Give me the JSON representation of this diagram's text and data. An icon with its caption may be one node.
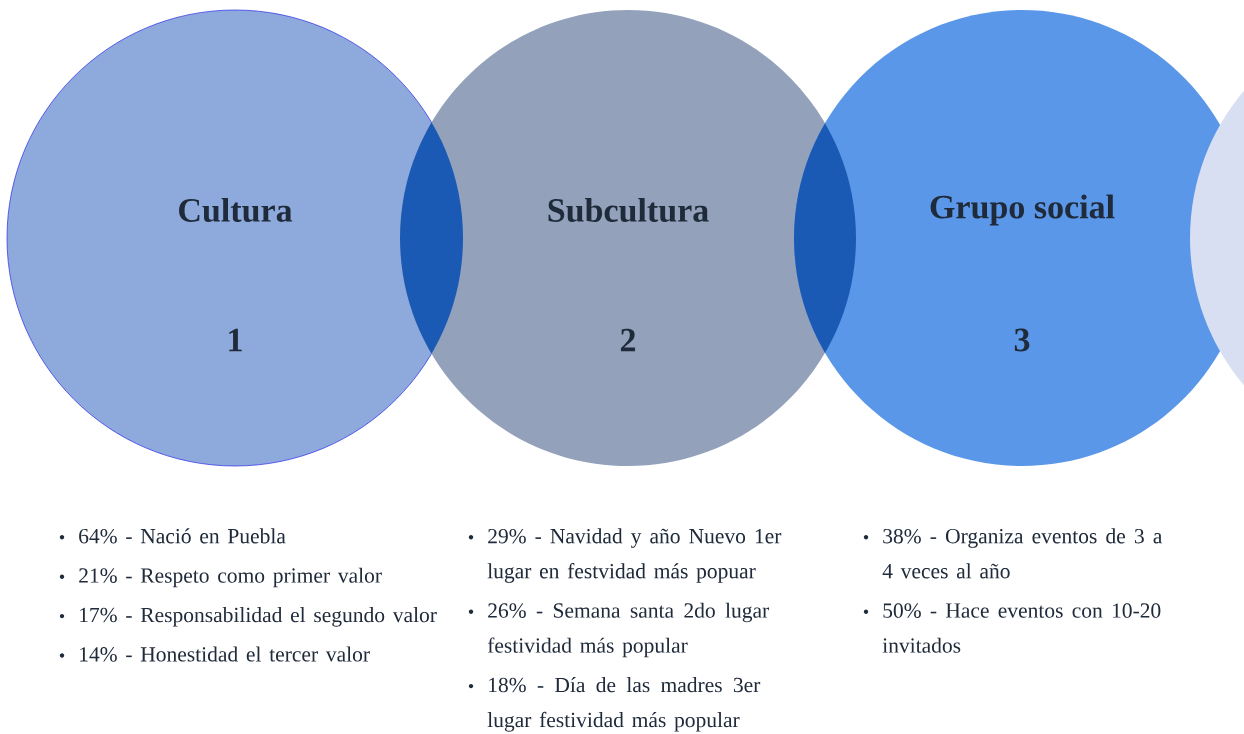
{
  "diagram": {
    "nodes": [
      {
        "text": [
          "Cultura",
          "1"
        ],
        "beside": [
          "64% - Nació en Puebla",
          "21% - Respeto como primer valor",
          "17% - Responsabilidad el segundo valor",
          "14% - Honestidad el tercer valor"
        ]
      },
      {
        "text": [
          "Subcultura",
          "2"
        ],
        "beside": [
          "29% - Navidad y año Nuevo 1er lugar en festvidad más popuar",
          "26% - Semana santa 2do lugar festividad más popular",
          "18% - Día de las madres 3er lugar festividad más popular"
        ]
      },
      {
        "text": [
          "Grupo social",
          "3"
        ],
        "beside": [
          "38% - Organiza eventos de 3 a 4 veces al año",
          "50% - Hace eventos con 10-20 invitados"
        ]
      },
      {
        "text": [],
        "shape": "circle"
      }
    ]
  }
}
